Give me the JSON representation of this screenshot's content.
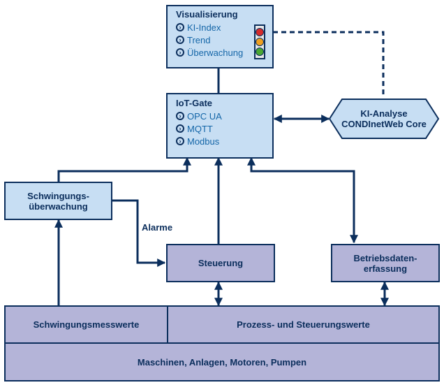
{
  "visualisierung": {
    "title": "Visualisierung",
    "items": [
      "KI-Index",
      "Trend",
      "Überwachung"
    ],
    "traffic_light": [
      "#d62b2b",
      "#f0a020",
      "#4aa832"
    ]
  },
  "iot_gate": {
    "title": "IoT-Gate",
    "items": [
      "OPC UA",
      "MQTT",
      "Modbus"
    ]
  },
  "ki_analyse": {
    "line1": "KI-Analyse",
    "line2": "CONDInetWeb Core"
  },
  "schwingung": {
    "line1": "Schwingungs-",
    "line2": "überwachung"
  },
  "alarme": "Alarme",
  "steuerung": "Steuerung",
  "betriebsdaten": {
    "line1": "Betriebsdaten-",
    "line2": "erfassung"
  },
  "schwingungsmesswerte": "Schwingungsmesswerte",
  "prozesswerte": "Prozess- und Steuerungswerte",
  "maschinen": "Maschinen, Anlagen, Motoren, Pumpen",
  "colors": {
    "dark_blue": "#0b2e5c",
    "link_blue": "#1466a8",
    "light_blue_fill": "#c7def3",
    "lavender_fill": "#b4b4d8"
  }
}
